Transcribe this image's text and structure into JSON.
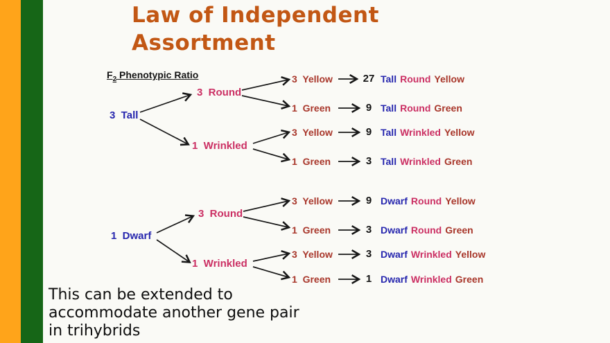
{
  "slide": {
    "title": "Law of Independent Assortment",
    "accent_bars": {
      "orange": "#ffa41a",
      "green": "#166617"
    },
    "title_color": "#c25714"
  },
  "footer": {
    "lines": [
      "This can be extended to",
      "accommodate another gene pair",
      "in trihybrids"
    ]
  },
  "diagram": {
    "heading": {
      "f": "F",
      "sub": "2",
      "rest": " Phenotypic Ratio"
    },
    "colors": {
      "generation_blue": "#2626ae",
      "seed_shape_pink": "#cb2f63",
      "seed_color_brick": "#a8362a",
      "count_black": "#141414"
    },
    "level1": {
      "tall": "3  Tall",
      "dwarf": "1  Dwarf"
    },
    "level2": {
      "tall_round": "3  Round",
      "tall_wrinkled": "1  Wrinkled",
      "dwarf_round": "3  Round",
      "dwarf_wrinkled": "1  Wrinkled"
    },
    "rows": [
      {
        "branch": "3  Yellow",
        "count": "27",
        "result": [
          "Tall",
          "Round",
          "Yellow"
        ]
      },
      {
        "branch": "1  Green",
        "count": "9",
        "result": [
          "Tall",
          "Round",
          "Green"
        ]
      },
      {
        "branch": "3  Yellow",
        "count": "9",
        "result": [
          "Tall",
          "Wrinkled",
          "Yellow"
        ]
      },
      {
        "branch": "1  Green",
        "count": "3",
        "result": [
          "Tall",
          "Wrinkled",
          "Green"
        ]
      },
      {
        "branch": "3  Yellow",
        "count": "9",
        "result": [
          "Dwarf",
          "Round",
          "Yellow"
        ]
      },
      {
        "branch": "1  Green",
        "count": "3",
        "result": [
          "Dwarf",
          "Round",
          "Green"
        ]
      },
      {
        "branch": "3  Yellow",
        "count": "3",
        "result": [
          "Dwarf",
          "Wrinkled",
          "Yellow"
        ]
      },
      {
        "branch": "1  Green",
        "count": "1",
        "result": [
          "Dwarf",
          "Wrinkled",
          "Green"
        ]
      }
    ]
  }
}
